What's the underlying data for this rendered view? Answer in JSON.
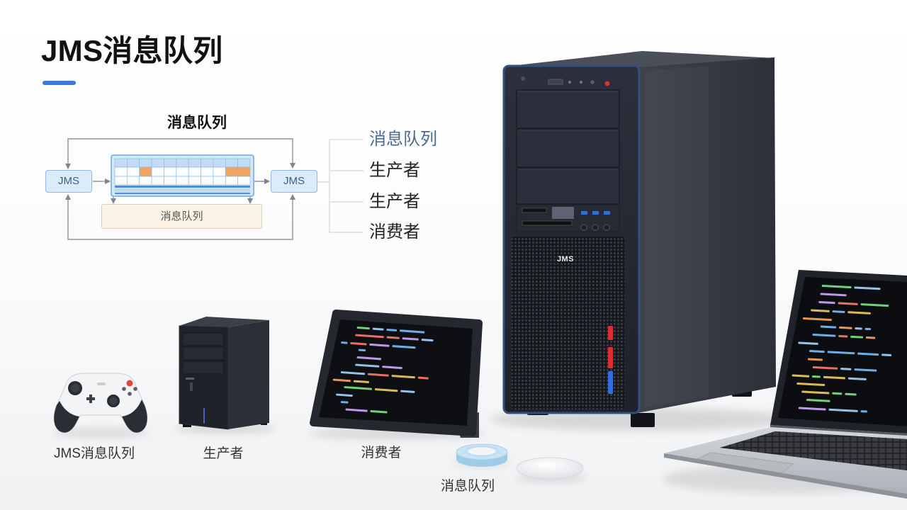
{
  "slide": {
    "title": "JMS消息队列"
  },
  "diagram": {
    "heading": "消息队列",
    "left_node": "JMS",
    "right_node": "JMS",
    "bottom_box": "消息队列"
  },
  "legend": {
    "items": [
      {
        "label": "消息队列"
      },
      {
        "label": "生产者"
      },
      {
        "label": "生产者"
      },
      {
        "label": "消费者"
      }
    ]
  },
  "products": {
    "tower_logo": "JMS",
    "captions": [
      {
        "label": "JMS消息队列",
        "icon": "gamepad-icon"
      },
      {
        "label": "生产者",
        "icon": "mini-pc-icon"
      },
      {
        "label": "消费者",
        "icon": "tablet-icon"
      },
      {
        "label": "消息队列",
        "icon": "tape-roll-icon"
      }
    ],
    "other_icons": [
      "tower-computer-icon",
      "laptop-icon",
      "mouse-icon"
    ]
  },
  "colors": {
    "accent": "#3a7bd5",
    "legend_highlight": "#4b6a93",
    "node_fill": "#dcebfa",
    "node_text": "#3e5f88",
    "queue_highlight": "#f2a35e",
    "bottom_box_fill": "#fbf1e4",
    "led_red": "#d9302f",
    "led_blue": "#2f6fe0"
  }
}
